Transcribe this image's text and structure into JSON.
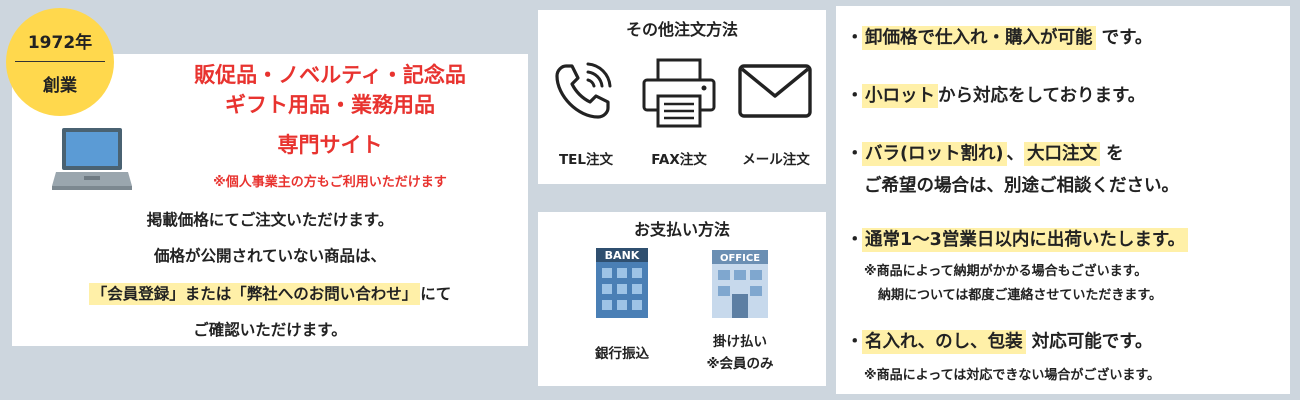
{
  "badge": {
    "year": "1972年",
    "label": "創業"
  },
  "headline": {
    "line1": "販促品・ノベルティ・記念品",
    "line2": "ギフト用品・業務用品",
    "line3": "専門サイト",
    "note": "※個人事業主の方もご利用いただけます"
  },
  "body": {
    "line1": "掲載価格にてご注文いただけます。",
    "line2": "価格が公開されていない商品は、",
    "line3_hl": "「会員登録」または「弊社へのお問い合わせ」",
    "line3_rest": "にて",
    "line4": "ご確認いただけます。"
  },
  "order": {
    "title": "その他注文方法",
    "items": [
      {
        "icon": "phone-icon",
        "label": "TEL注文"
      },
      {
        "icon": "fax-icon",
        "label": "FAX注文"
      },
      {
        "icon": "mail-icon",
        "label": "メール注文"
      }
    ]
  },
  "payment": {
    "title": "お支払い方法",
    "bank": {
      "sign": "BANK",
      "label": "銀行振込"
    },
    "office": {
      "sign": "OFFICE",
      "label1": "掛け払い",
      "label2": "※会員のみ"
    }
  },
  "features": {
    "bullet": "・",
    "f1_hl": "卸価格で仕入れ・購入が可能",
    "f1_rest": "です。",
    "f2_hl": "小ロット",
    "f2_rest": "から対応をしております。",
    "f3_hl1": "バラ(ロット割れ)",
    "f3_mid": "、",
    "f3_hl2": "大口注文",
    "f3_rest": "を",
    "f3_line2": "ご希望の場合は、別途ご相談ください。",
    "f4_hl": "通常1～3営業日以内に出荷いたします。",
    "f4_sub1": "※商品によって納期がかかる場合もございます。",
    "f4_sub2": "納期については都度ご連絡させていただきます。",
    "f5_hl": "名入れ、のし、包装",
    "f5_rest": "対応可能です。",
    "f5_sub": "※商品によっては対応できない場合がございます。"
  },
  "colors": {
    "background": "#cdd6de",
    "badge": "#ffd84d",
    "headline_red": "#e8332f",
    "highlight": "#fff0a8",
    "laptop_blue": "#5b9bd5"
  }
}
